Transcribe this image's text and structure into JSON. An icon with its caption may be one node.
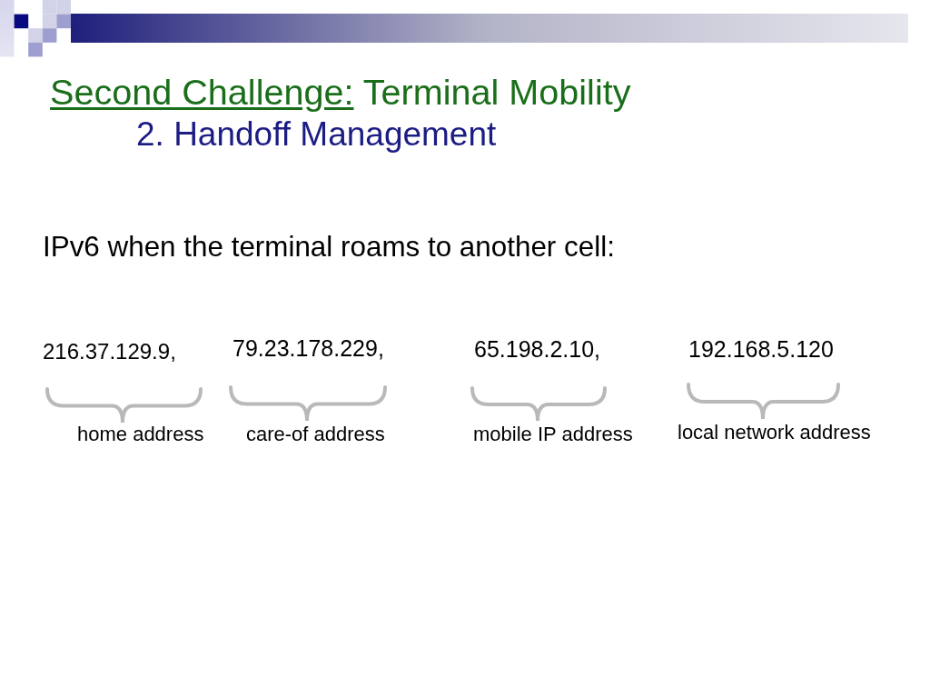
{
  "diagram": {
    "title": "Second Challenge: Terminal Mobility",
    "labels": [
      "2. Handoff Management",
      "IPv6 when the terminal roams to another cell:",
      "216.37.129.9,",
      "79.23.178.229,",
      "65.198.2.10,",
      "192.168.5.120",
      "home address",
      "care-of address",
      "mobile IP address",
      "local network address"
    ]
  }
}
